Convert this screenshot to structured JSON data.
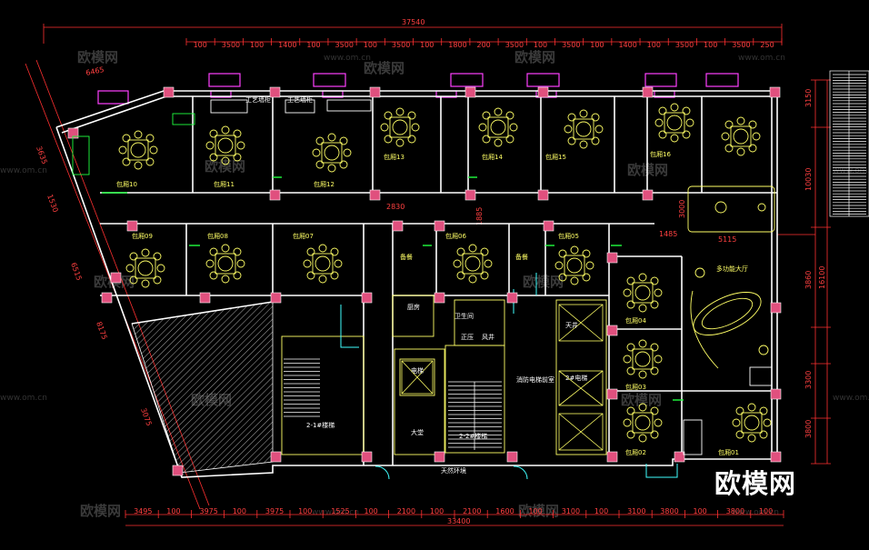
{
  "dims": {
    "top_total": "37540",
    "top_segments": [
      "100",
      "3500",
      "100",
      "1400",
      "100",
      "3500",
      "100",
      "3500",
      "100",
      "1800",
      "200",
      "3500",
      "100",
      "3500",
      "100",
      "1400",
      "100",
      "3500",
      "100",
      "3500",
      "250"
    ],
    "bottom_total": "33400",
    "bottom_segments": [
      "3495",
      "100",
      "3975",
      "100",
      "3975",
      "100",
      "1525",
      "100",
      "2100",
      "100",
      "2100",
      "1600",
      "100",
      "3100",
      "100",
      "3100",
      "3800",
      "100",
      "3800",
      "100"
    ],
    "left_diag": [
      "6465",
      "3635",
      "1530",
      "6515",
      "8175",
      "3075"
    ],
    "right_side": [
      "3150",
      "10030",
      "3860",
      "16100",
      "3300",
      "3800"
    ],
    "mid": [
      "2830",
      "1885",
      "5115",
      "1485",
      "3000"
    ]
  },
  "rooms": [
    "包厢10",
    "包厢11",
    "包厢12",
    "包厢13",
    "包厢14",
    "包厢15",
    "包厢16",
    "包厢09",
    "包厢08",
    "包厢07",
    "包厢06",
    "包厢05",
    "包厢04",
    "包厢03",
    "包厢02",
    "包厢01",
    "多功能大厅"
  ],
  "services": [
    "工艺墙柜",
    "工艺墙柜",
    "备餐",
    "备餐",
    "电梯",
    "厨房",
    "卫生间",
    "正压",
    "风井",
    "2-1#楼梯",
    "2-2#楼梯",
    "2#电梯",
    "消防电梯前室",
    "天井",
    "大堂",
    "天然环境"
  ],
  "watermark": {
    "text": "欧模网",
    "url": "www.om.cn"
  },
  "logo": "欧模网",
  "colors": {
    "wall": "#ffffff",
    "column": "#e0507e",
    "window": "#ff40ff",
    "dim": "#ff3030",
    "furniture": "#ffff66",
    "accent": "#40ffff",
    "green": "#20ff40"
  }
}
